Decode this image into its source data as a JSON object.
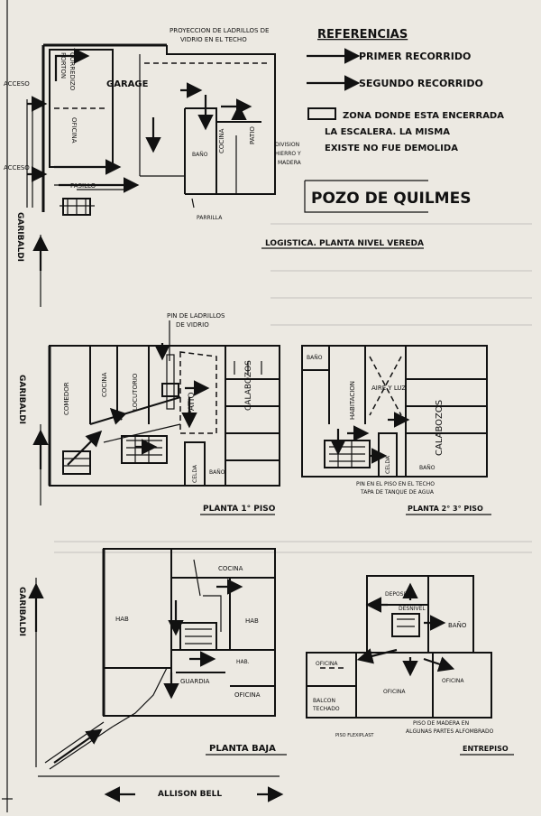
{
  "references": {
    "title": "REFERENCIAS",
    "first_route": "PRIMER RECORRIDO",
    "second_route": "SEGUNDO RECORRIDO",
    "staircase_zone_1": "ZONA DONDE ESTA ENCERRADA",
    "staircase_zone_2": "LA ESCALERA. LA MISMA",
    "staircase_zone_3": "EXISTE NO FUE DEMOLIDA"
  },
  "title": "POZO DE QUILMES",
  "plan_vereda": {
    "caption": "LOGISTICA. PLANTA NIVEL VEREDA",
    "projection_1": "PROYECCION DE LADRILLOS DE",
    "projection_2": "VIDRIO EN EL TECHO",
    "acceso_top": "ACCESO",
    "acceso_bottom": "ACCESO",
    "porton_1": "PORTON",
    "porton_2": "CORREDIZO",
    "garage": "GARAGE",
    "oficina": "OFICINA",
    "pasillo": "PASILLO",
    "bano": "BAÑO",
    "cocina": "COCINA",
    "patio": "PATIO",
    "division_1": "DIVISION",
    "division_2": "HIERRO Y",
    "division_3": "MADERA",
    "parrilla": "PARRILLA",
    "street": "GARIBALDI"
  },
  "plan_primer_piso": {
    "caption": "PLANTA 1° PISO",
    "pin_1": "PIN DE LADRILLOS",
    "pin_2": "DE VIDRIO",
    "comedor": "COMEDOR",
    "cocina": "COCINA",
    "locutorio": "LOCUTORIO",
    "patio": "PATIO",
    "calabozos": "CALABOZOS",
    "bano": "BAÑO",
    "celda": "CELDA",
    "street": "GARIBALDI"
  },
  "plan_segundo_piso": {
    "caption": "PLANTA 2° 3° PISO",
    "bano": "BAÑO",
    "aire_luz": "AIRE Y LUZ",
    "habitacion": "HABITACION",
    "calabozos": "CALABOZOS",
    "celda": "CELDA",
    "bano_2": "BAÑO",
    "note_1": "PIN EN EL PISO EN EL TECHO",
    "note_2": "TAPA DE TANQUE DE AGUA"
  },
  "plan_baja": {
    "caption": "PLANTA BAJA",
    "cocina": "COCINA",
    "hab_left": "HAB",
    "hab_right": "HAB",
    "hab_small": "HAB.",
    "guardia": "GUARDIA",
    "oficina": "OFICINA",
    "street": "GARIBALDI"
  },
  "plan_entrepiso": {
    "caption": "ENTREPISO",
    "deposito": "DEPOSITO",
    "desnivel": "DESNIVEL",
    "bano": "BAÑO",
    "oficina_left": "OFICINA",
    "oficina_center": "OFICINA",
    "oficina_right": "OFICINA",
    "balcon_1": "BALCON",
    "balcon_2": "TECHADO",
    "piso_flexiplast": "PISO FLEXIPLAST",
    "madera_1": "PISO DE MADERA EN",
    "madera_2": "ALGUNAS PARTES ALFOMBRADO"
  },
  "bottom_street": "ALLISON BELL",
  "icons": [
    "arrow-icon",
    "staircase-icon",
    "legend-rectangle-icon"
  ]
}
